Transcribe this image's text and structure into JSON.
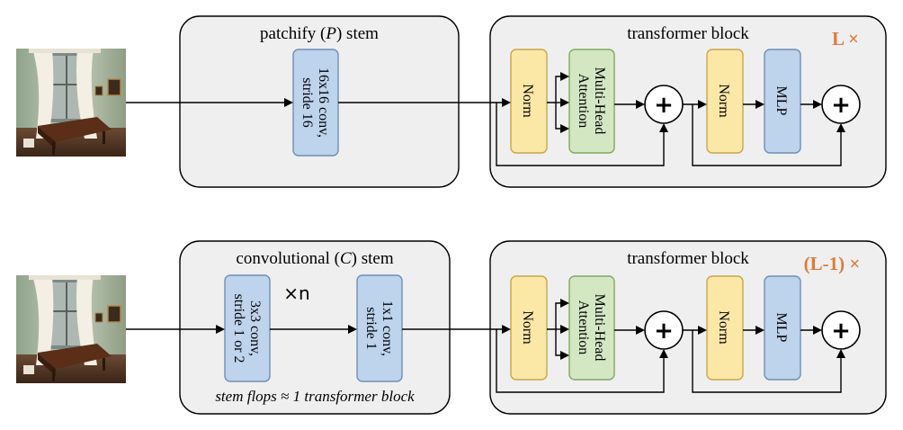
{
  "top": {
    "stem": {
      "title_prefix": "patchify (",
      "title_var": "P",
      "title_suffix": ") stem",
      "conv_line1": "16x16 conv,",
      "conv_line2": "stride 16"
    },
    "block": {
      "title": "transformer block",
      "repeat": "L ×",
      "norm1": "Norm",
      "mha_line1": "Multi-Head",
      "mha_line2": "Attention",
      "plus": "+",
      "norm2": "Norm",
      "mlp": "MLP"
    }
  },
  "bottom": {
    "stem": {
      "title_prefix": "convolutional (",
      "title_var": "C",
      "title_suffix": ") stem",
      "conv1_line1": "3x3 conv,",
      "conv1_line2": "stride 1 or 2",
      "times_n": "×n",
      "conv2_line1": "1x1 conv,",
      "conv2_line2": "stride 1",
      "flops_note": "stem flops ≈ 1 transformer block"
    },
    "block": {
      "title": "transformer block",
      "repeat": "(L-1) ×",
      "norm1": "Norm",
      "mha_line1": "Multi-Head",
      "mha_line2": "Attention",
      "plus": "+",
      "norm2": "Norm",
      "mlp": "MLP"
    }
  },
  "colors": {
    "panel_fill": "#efefef",
    "norm_fill": "#fbe7a6",
    "norm_stroke": "#c9a64a",
    "mha_fill": "#d3e8c2",
    "mha_stroke": "#7fa862",
    "conv_fill": "#bed3ec",
    "conv_stroke": "#6f8fb5",
    "accent": "#e07b39"
  },
  "icons": {
    "input_image": "piano-room-photo",
    "add_node": "circled-plus-icon"
  }
}
